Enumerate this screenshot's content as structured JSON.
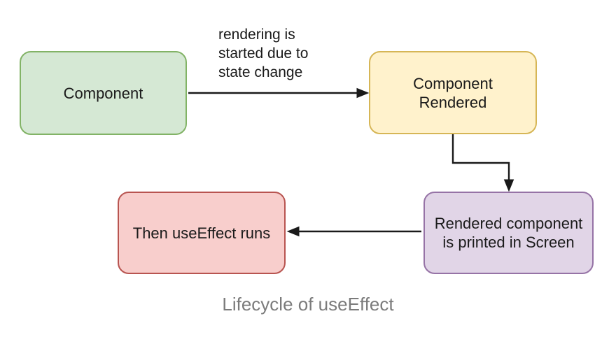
{
  "caption": "Lifecycle of useEffect",
  "colors": {
    "background": "#ffffff",
    "arrow": "#1a1a1a",
    "node_text": "#1a1a1a",
    "caption_text": "#7b7b7b"
  },
  "nodes": {
    "component": {
      "label": "Component",
      "fill": "#d5e8d4",
      "border": "#82b366"
    },
    "component_rendered": {
      "label": "Component\nRendered",
      "fill": "#fff2cc",
      "border": "#d6b656"
    },
    "rendered_printed": {
      "label": "Rendered component\nis printed in Screen",
      "fill": "#e1d5e7",
      "border": "#9673a6"
    },
    "useeffect_runs": {
      "label": "Then useEffect runs",
      "fill": "#f8cecc",
      "border": "#b85450"
    }
  },
  "edges": {
    "render_start_label": "rendering is\nstarted due to\nstate change"
  }
}
